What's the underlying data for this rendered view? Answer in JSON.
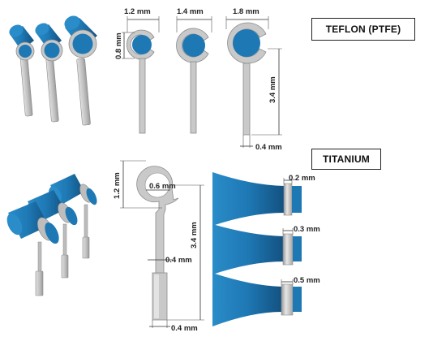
{
  "labels": {
    "teflon": "TEFLON (PTFE)",
    "titanium": "TITANIUM"
  },
  "dimensions": {
    "teflon_width_small": "1.2 mm",
    "teflon_width_medium": "1.4 mm",
    "teflon_width_large": "1.8 mm",
    "teflon_thickness": "0.8 mm",
    "teflon_length": "3.4 mm",
    "teflon_shaft": "0.4 mm",
    "titanium_head_height": "1.2 mm",
    "titanium_inner": "0.6 mm",
    "titanium_length": "3.4 mm",
    "titanium_shaft_upper": "0.4 mm",
    "titanium_shaft_lower": "0.4 mm",
    "titanium_piston_a": "0.2 mm",
    "titanium_piston_b": "0.3 mm",
    "titanium_piston_c": "0.5 mm"
  },
  "colors": {
    "blue": "#1e78b4",
    "blue_dark": "#15598a",
    "metal": "#c9c9c9",
    "metal_dark": "#8c8c8c"
  }
}
